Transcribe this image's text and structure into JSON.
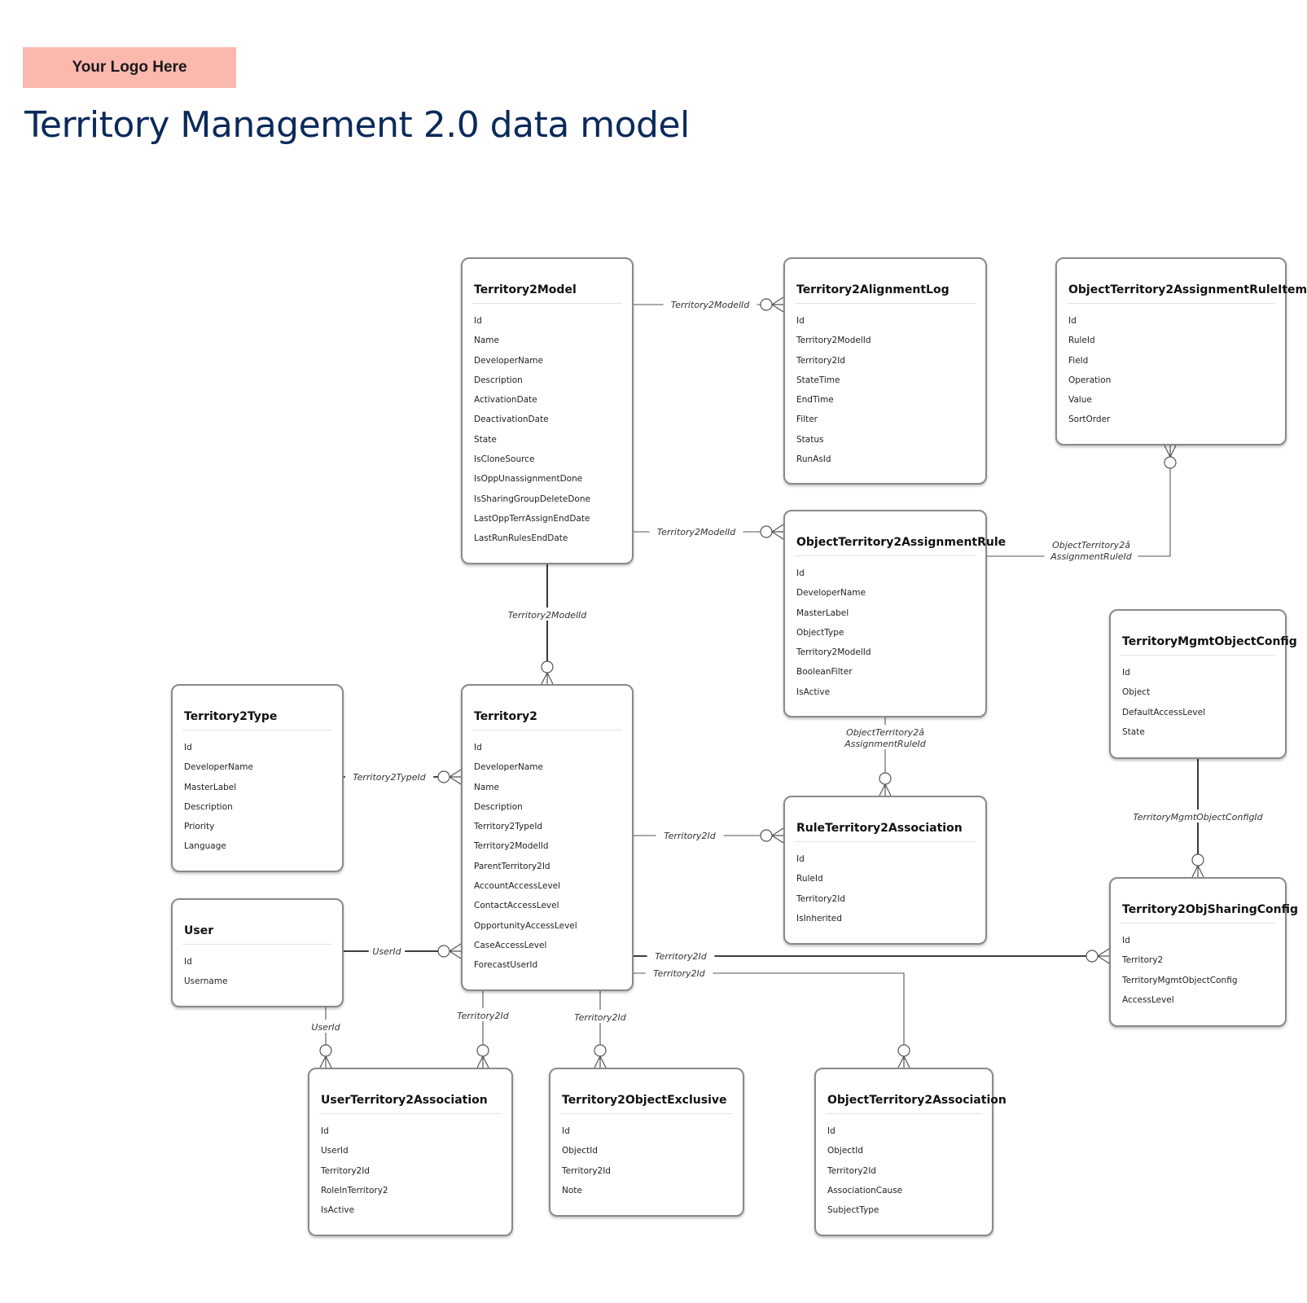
{
  "header": {
    "logo_text": "Your Logo Here",
    "title": "Territory Management 2.0 data model"
  },
  "entities": [
    {
      "name": "Territory2Model",
      "fields": [
        "Id",
        "Name",
        "DeveloperName",
        "Description",
        "ActivationDate",
        "DeactivationDate",
        "State",
        "IsCloneSource",
        "IsOppUnassignmentDone",
        "IsSharingGroupDeleteDone",
        "LastOppTerrAssignEndDate",
        "LastRunRulesEndDate"
      ]
    },
    {
      "name": "Territory2AlignmentLog",
      "fields": [
        "Id",
        "Territory2ModelId",
        "Territory2Id",
        "StateTime",
        "EndTime",
        "Filter",
        "Status",
        "RunAsId"
      ]
    },
    {
      "name": "ObjectTerritory2AssignmentRuleItem",
      "fields": [
        "Id",
        "RuleId",
        "Field",
        "Operation",
        "Value",
        "SortOrder"
      ]
    },
    {
      "name": "ObjectTerritory2AssignmentRule",
      "fields": [
        "Id",
        "DeveloperName",
        "MasterLabel",
        "ObjectType",
        "Territory2ModelId",
        "BooleanFilter",
        "IsActive"
      ]
    },
    {
      "name": "TerritoryMgmtObjectConfig",
      "fields": [
        "Id",
        "Object",
        "DefaultAccessLevel",
        "State"
      ]
    },
    {
      "name": "Territory2Type",
      "fields": [
        "Id",
        "DeveloperName",
        "MasterLabel",
        "Description",
        "Priority",
        "Language"
      ]
    },
    {
      "name": "Territory2",
      "fields": [
        "Id",
        "DeveloperName",
        "Name",
        "Description",
        "Territory2TypeId",
        "Territory2ModelId",
        "ParentTerritory2Id",
        "AccountAccessLevel",
        "ContactAccessLevel",
        "OpportunityAccessLevel",
        "CaseAccessLevel",
        "ForecastUserId"
      ]
    },
    {
      "name": "RuleTerritory2Association",
      "fields": [
        "Id",
        "RuleId",
        "Territory2Id",
        "IsInherited"
      ]
    },
    {
      "name": "User",
      "fields": [
        "Id",
        "Username"
      ]
    },
    {
      "name": "Territory2ObjSharingConfig",
      "fields": [
        "Id",
        "Territory2",
        "TerritoryMgmtObjectConfig",
        "AccessLevel"
      ]
    },
    {
      "name": "UserTerritory2Association",
      "fields": [
        "Id",
        "UserId",
        "Territory2Id",
        "RoleInTerritory2",
        "IsActive"
      ]
    },
    {
      "name": "Territory2ObjectExclusive",
      "fields": [
        "Id",
        "ObjectId",
        "Territory2Id",
        "Note"
      ]
    },
    {
      "name": "ObjectTerritory2Association",
      "fields": [
        "Id",
        "ObjectId",
        "Territory2Id",
        "AssociationCause",
        "SubjectType"
      ]
    }
  ],
  "relationships": [
    {
      "id": "r1",
      "label": "Territory2ModelId",
      "from": "Territory2Model",
      "to": "Territory2AlignmentLog"
    },
    {
      "id": "r2",
      "label": "Territory2ModelId",
      "from": "Territory2Model",
      "to": "ObjectTerritory2AssignmentRule"
    },
    {
      "id": "r3",
      "label": "Territory2ModelId",
      "from": "Territory2Model",
      "to": "Territory2"
    },
    {
      "id": "r4",
      "label": "ObjectTerritory2â AssignmentRuleId",
      "from": "ObjectTerritory2AssignmentRule",
      "to": "ObjectTerritory2AssignmentRuleItem"
    },
    {
      "id": "r5",
      "label": "ObjectTerritory2â AssignmentRuleId",
      "from": "ObjectTerritory2AssignmentRule",
      "to": "RuleTerritory2Association"
    },
    {
      "id": "r6",
      "label": "Territory2TypeId",
      "from": "Territory2Type",
      "to": "Territory2"
    },
    {
      "id": "r7",
      "label": "Territory2Id",
      "from": "Territory2",
      "to": "RuleTerritory2Association"
    },
    {
      "id": "r8",
      "label": "TerritoryMgmtObjectConfigId",
      "from": "TerritoryMgmtObjectConfig",
      "to": "Territory2ObjSharingConfig"
    },
    {
      "id": "r9",
      "label": "UserId",
      "from": "User",
      "to": "Territory2"
    },
    {
      "id": "r10",
      "label": "Territory2Id",
      "from": "Territory2",
      "to": "Territory2ObjSharingConfig"
    },
    {
      "id": "r11",
      "label": "Territory2Id",
      "from": "Territory2",
      "to": "ObjectTerritory2Association"
    },
    {
      "id": "r12",
      "label": "UserId",
      "from": "User",
      "to": "UserTerritory2Association"
    },
    {
      "id": "r13",
      "label": "Territory2Id",
      "from": "Territory2",
      "to": "UserTerritory2Association"
    },
    {
      "id": "r14",
      "label": "Territory2Id",
      "from": "Territory2",
      "to": "Territory2ObjectExclusive"
    }
  ]
}
